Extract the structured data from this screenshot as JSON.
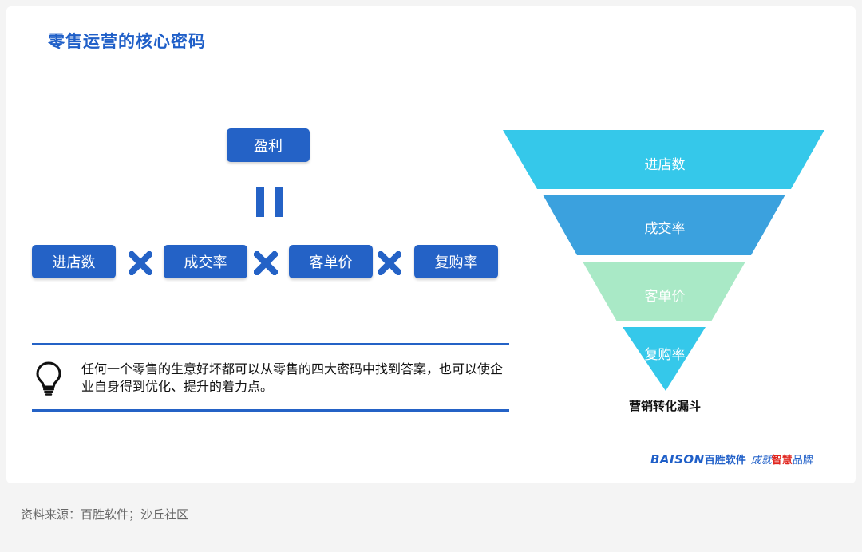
{
  "title": "零售运营的核心密码",
  "formula": {
    "result": "盈利",
    "terms": [
      "进店数",
      "成交率",
      "客单价",
      "复购率"
    ]
  },
  "note": "任何一个零售的生意好坏都可以从零售的四大密码中找到答案，也可以使企业自身得到优化、提升的着力点。",
  "funnel": {
    "levels": [
      {
        "label": "进店数",
        "color": "#35c8ea"
      },
      {
        "label": "成交率",
        "color": "#3ba1de"
      },
      {
        "label": "客单价",
        "color": "#a9e9c6"
      },
      {
        "label": "复购率",
        "color": "#35c8ea"
      }
    ],
    "caption": "营销转化漏斗"
  },
  "logo": {
    "brand": "BAISON",
    "company": "百胜软件",
    "slogan_prefix": "成就",
    "slogan_highlight": "智慧",
    "slogan_suffix": "品牌"
  },
  "source": "资料来源：百胜软件；沙丘社区",
  "colors": {
    "primary": "#2462c6",
    "title": "#1f5fc8"
  }
}
